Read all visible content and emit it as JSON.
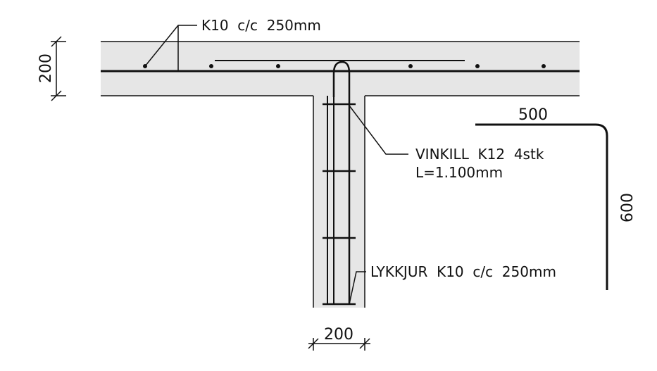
{
  "labels": {
    "slab_rebar": "K10  c/c  250mm",
    "corner_bar": "VINKILL  K12  4stk",
    "corner_bar_length": "L=1.100mm",
    "stirrups": "LYKKJUR  K10  c/c  250mm"
  },
  "dimensions": {
    "slab_thickness": "200",
    "wall_thickness": "200",
    "bar_leg_horizontal": "500",
    "bar_leg_vertical": "600"
  },
  "colors": {
    "concrete": "#e6e6e6",
    "line": "#111111",
    "background": "#ffffff"
  }
}
